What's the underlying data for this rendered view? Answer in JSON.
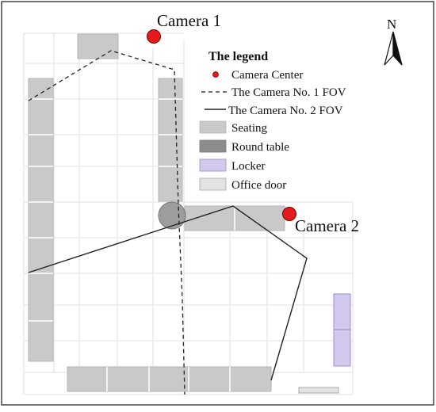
{
  "cameras": {
    "camera1": {
      "label": "Camera 1"
    },
    "camera2": {
      "label": "Camera 2"
    }
  },
  "compass": {
    "label": "N",
    "icon": "north-arrow-icon"
  },
  "legend": {
    "title": "The legend",
    "items": [
      {
        "label": "Camera Center",
        "icon": "camera-center-icon",
        "color": "#e41a1c"
      },
      {
        "label": "The Camera No. 1 FOV",
        "icon": "dashed-line-icon",
        "color": "#222222"
      },
      {
        "label": "The Camera No. 2 FOV",
        "icon": "solid-line-icon",
        "color": "#222222"
      },
      {
        "label": "Seating",
        "icon": "seating-swatch-icon",
        "color": "#c9c9c9"
      },
      {
        "label": "Round table",
        "icon": "round-table-swatch-icon",
        "color": "#8c8c8c"
      },
      {
        "label": "Locker",
        "icon": "locker-swatch-icon",
        "color": "#d3c8ee"
      },
      {
        "label": "Office door",
        "icon": "office-door-swatch-icon",
        "color": "#e3e3e3"
      }
    ]
  },
  "colors": {
    "seating": "#c9c9c9",
    "seating_stroke": "#b5b5b5",
    "round_table": "#8c8c8c",
    "locker": "#d3c8ee",
    "locker_stroke": "#9a8cc8",
    "office_door": "#e3e3e3",
    "grid": "#e6e6e6",
    "camera": "#e41a1c"
  }
}
